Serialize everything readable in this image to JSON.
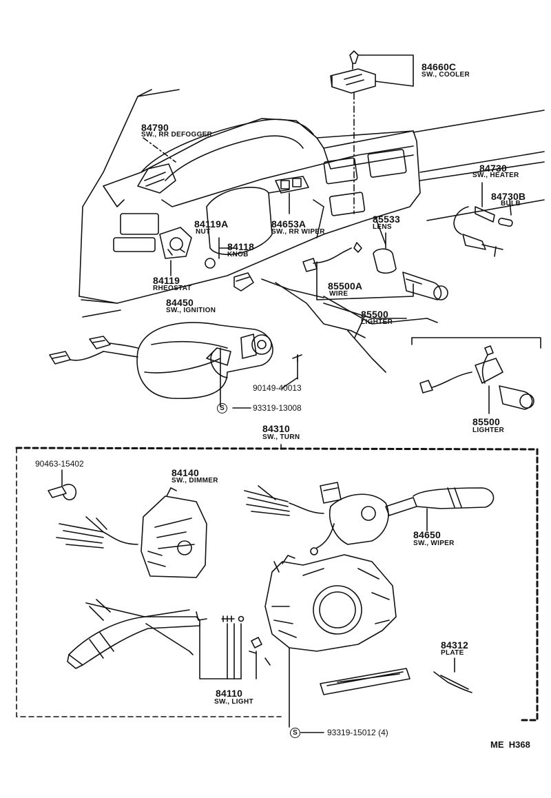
{
  "parts": {
    "p84660c": {
      "number": "84660C",
      "name": "SW., COOLER"
    },
    "p84790": {
      "number": "84790",
      "name": "SW., RR DEFOGGER"
    },
    "p84730": {
      "number": "84730",
      "name": "SW., HEATER"
    },
    "p84730b": {
      "number": "84730B",
      "name": "BULB"
    },
    "p84119a": {
      "number": "84119A",
      "name": "NUT"
    },
    "p84653a": {
      "number": "84653A",
      "name": "SW., RR WIPER"
    },
    "p85533": {
      "number": "85533",
      "name": "LENS"
    },
    "p84118": {
      "number": "84118",
      "name": "KNOB"
    },
    "p84119": {
      "number": "84119",
      "name": "RHEOSTAT"
    },
    "p85500a": {
      "number": "85500A",
      "name": "WIRE"
    },
    "p84450": {
      "number": "84450",
      "name": "SW., IGNITION"
    },
    "p85500": {
      "number": "85500",
      "name": "LIGHTER"
    },
    "p90149": {
      "number": "90149-40013"
    },
    "p93319a": {
      "number": "93319-13008"
    },
    "p85500_2": {
      "number": "85500",
      "name": "LIGHTER"
    },
    "p84310": {
      "number": "84310",
      "name": "SW., TURN"
    },
    "p90463": {
      "number": "90463-15402"
    },
    "p84140": {
      "number": "84140",
      "name": "SW., DIMMER"
    },
    "p84650": {
      "number": "84650",
      "name": "SW., WIPER"
    },
    "p84312": {
      "number": "84312",
      "name": "PLATE"
    },
    "p84110": {
      "number": "84110",
      "name": "SW., LIGHT"
    },
    "p93319b": {
      "number": "93319-15012 (4)"
    }
  },
  "screw_symbol": "S",
  "reference": "ME  H368"
}
